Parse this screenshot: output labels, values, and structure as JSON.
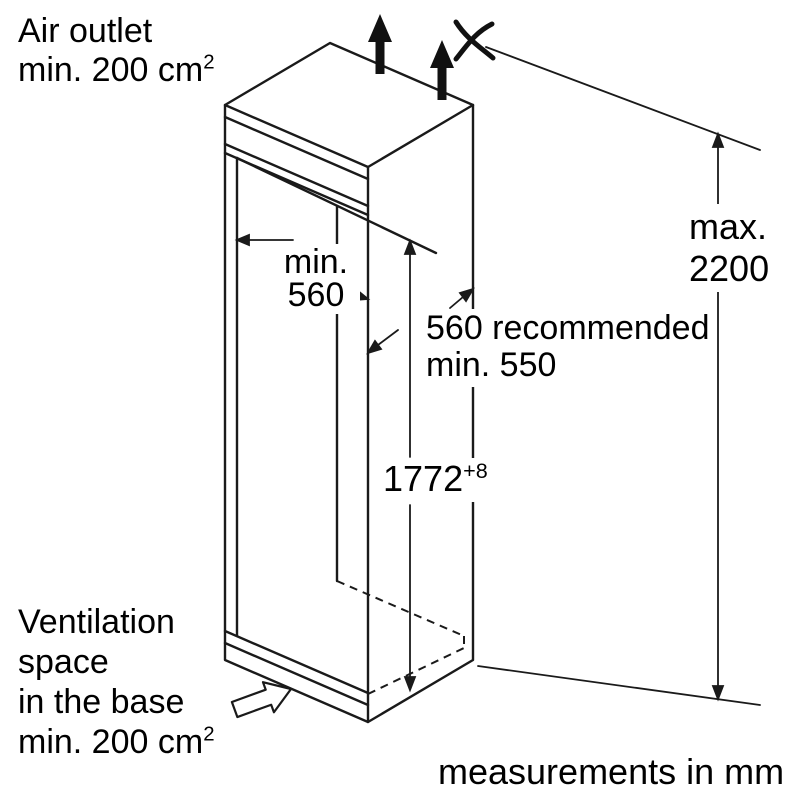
{
  "diagram": {
    "type": "appliance-installation-dimension-drawing",
    "footer": "measurements in mm",
    "air_outlet": {
      "line1": "Air outlet",
      "line2": "min. 200 cm",
      "sup": "2"
    },
    "max_height": {
      "line1": "max.",
      "line2": "2200"
    },
    "niche_width": {
      "line1": "min.",
      "line2": "560"
    },
    "niche_depth": {
      "line1": "560 recommended",
      "line2": "min. 550"
    },
    "inner_height": {
      "value": "1772",
      "tolerance": "+8"
    },
    "ventilation": {
      "line1": "Ventilation",
      "line2": "space",
      "line3": "in the base",
      "line4": "min. 200 cm",
      "sup": "2"
    },
    "dimensions": {
      "max_niche_height_mm": 2200,
      "inner_height_mm": 1772,
      "inner_height_tolerance_mm": "+8",
      "width_min_mm": 560,
      "depth_recommended_mm": 560,
      "depth_min_mm": 550,
      "air_outlet_min_cm2": 200,
      "ventilation_base_min_cm2": 200
    },
    "colors": {
      "line": "#1a1a1a",
      "background": "#ffffff"
    },
    "icons": {
      "air_arrows": "upward-airflow-arrows",
      "swirl": "airflow-x-icon",
      "base_arrow": "ventilation-hollow-arrow"
    }
  }
}
